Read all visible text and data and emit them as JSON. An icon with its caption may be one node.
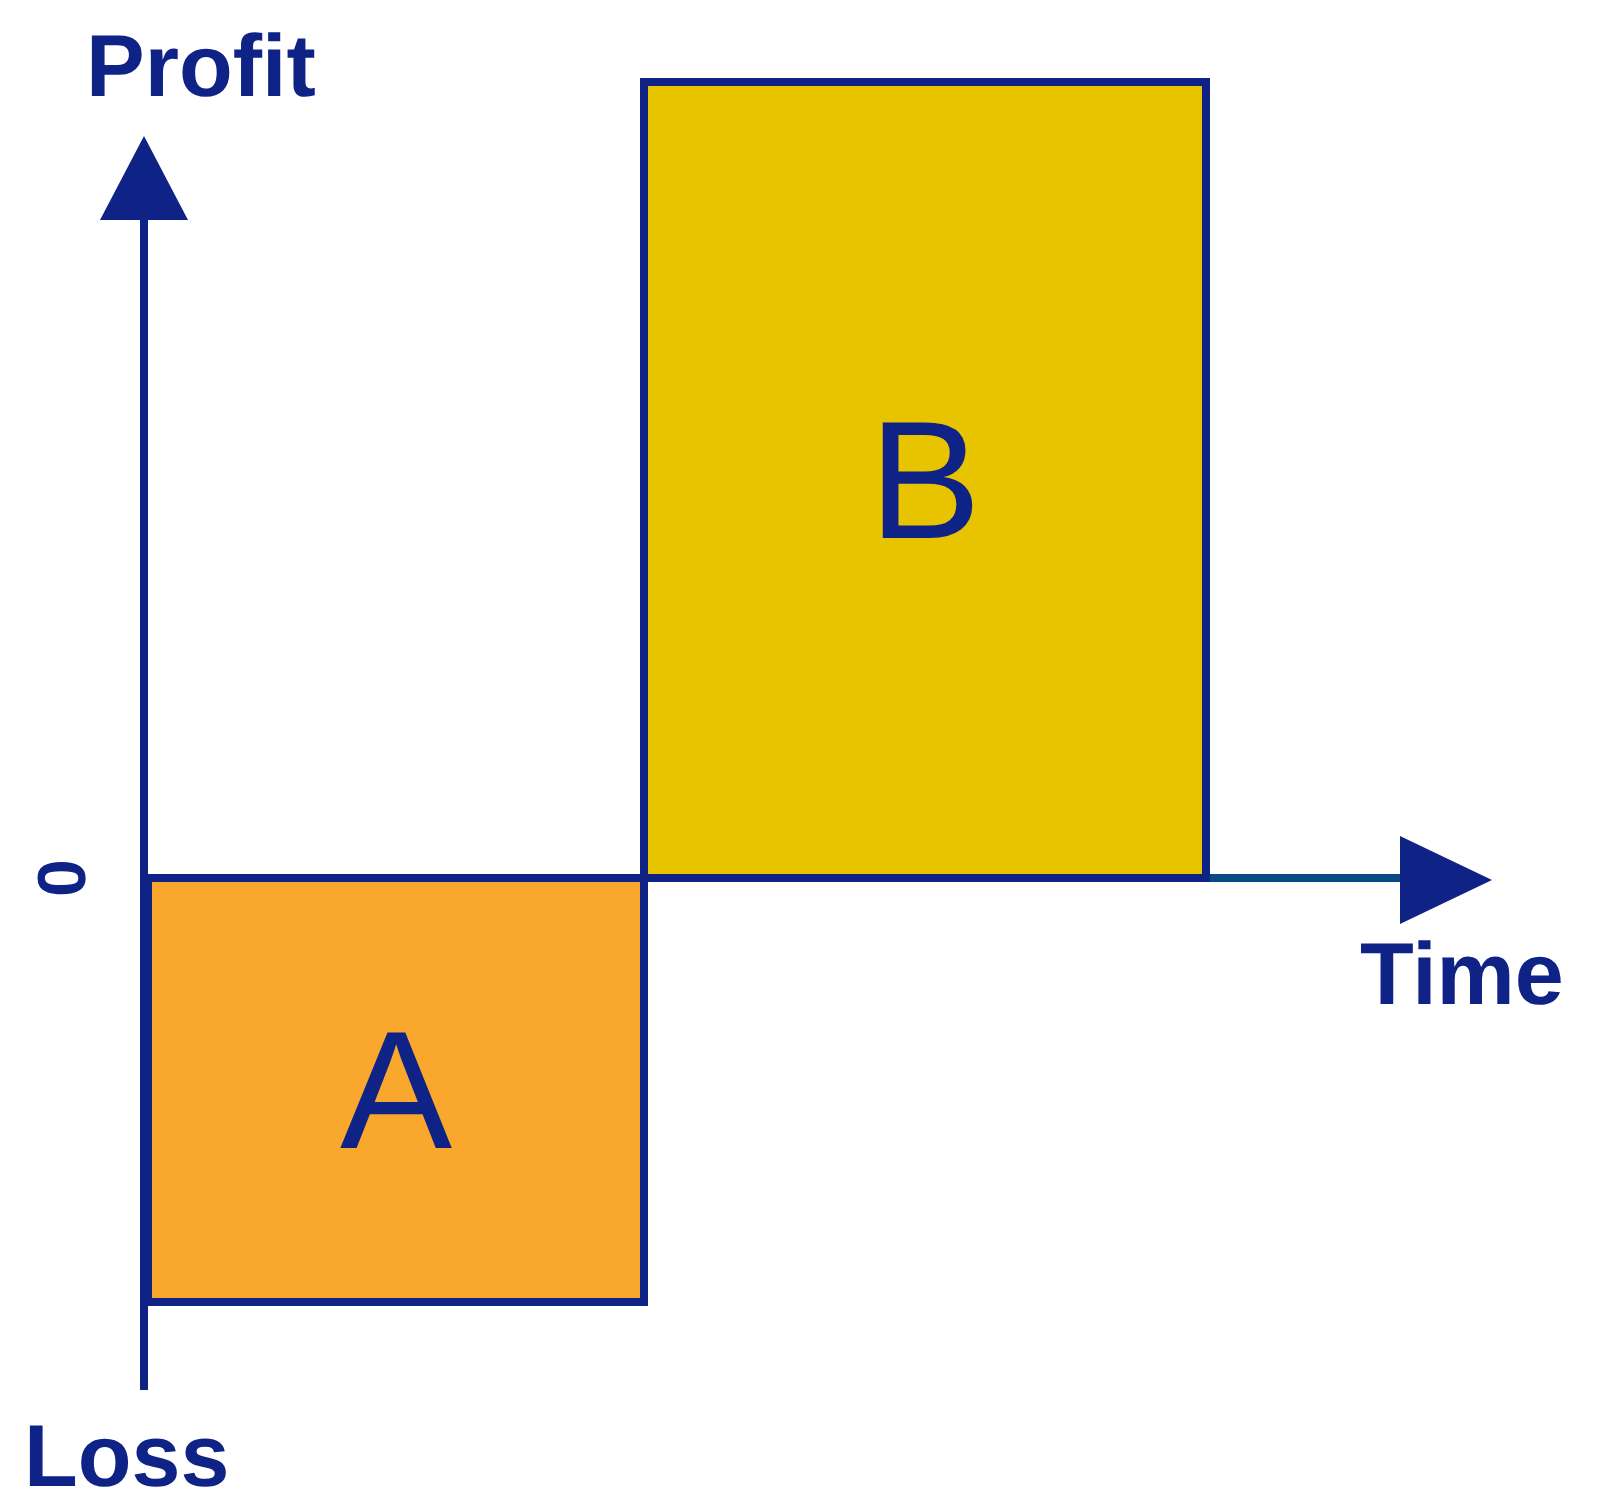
{
  "diagram": {
    "nodes": [
      {
        "text": [
          "A"
        ]
      },
      {
        "text": [
          "B"
        ]
      }
    ],
    "edges": [],
    "labels": [
      "Profit",
      "0",
      "Time",
      "Loss"
    ]
  }
}
